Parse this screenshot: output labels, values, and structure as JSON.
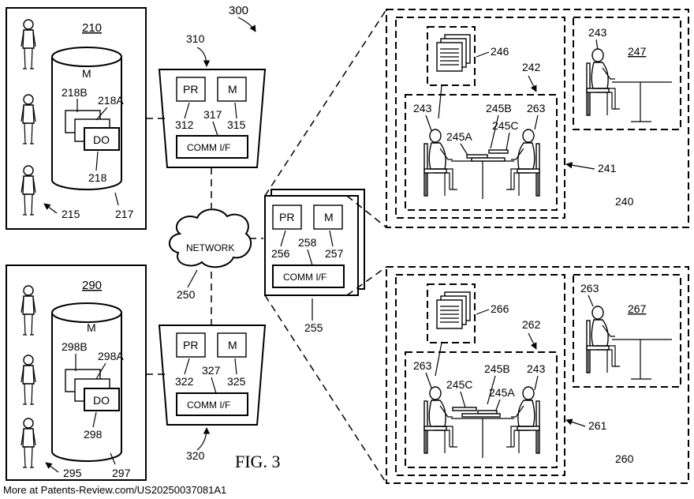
{
  "figure": {
    "ref_300": "300",
    "fig_label": "FIG. 3",
    "footer": "More at Patents-Review.com/US20250037081A1",
    "network_label": "NETWORK",
    "ref_250": "250",
    "top_store": {
      "ref": "210",
      "m": "M",
      "ref_218b": "218B",
      "ref_218a": "218A",
      "do": "DO",
      "ref_218": "218",
      "ref_215": "215",
      "ref_217": "217"
    },
    "bottom_store": {
      "ref": "290",
      "m": "M",
      "ref_298b": "298B",
      "ref_298a": "298A",
      "do": "DO",
      "ref_298": "298",
      "ref_295": "295",
      "ref_297": "297"
    },
    "server_310": {
      "ref": "310",
      "pr": "PR",
      "m": "M",
      "ref_pr": "312",
      "ref_317": "317",
      "ref_m": "315",
      "comm": "COMM I/F"
    },
    "server_320": {
      "ref": "320",
      "pr": "PR",
      "m": "M",
      "ref_pr": "322",
      "ref_327": "327",
      "ref_m": "325",
      "comm": "COMM I/F"
    },
    "device_255": {
      "ref": "255",
      "pr": "PR",
      "m": "M",
      "ref_pr": "256",
      "ref_258": "258",
      "ref_m": "257",
      "comm": "COMM I/F"
    },
    "scene_240": {
      "ref": "240",
      "ref_241": "241",
      "ref_242": "242",
      "ref_246": "246",
      "ref_247": "247",
      "ref_243_side": "243",
      "ref_243_left": "243",
      "ref_245b": "245B",
      "ref_263": "263",
      "ref_245c": "245C",
      "ref_245a": "245A"
    },
    "scene_260": {
      "ref": "260",
      "ref_261": "261",
      "ref_262": "262",
      "ref_266": "266",
      "ref_267": "267",
      "ref_263_side": "263",
      "ref_263_left": "263",
      "ref_245b": "245B",
      "ref_243": "243",
      "ref_245c": "245C",
      "ref_245a": "245A"
    }
  }
}
